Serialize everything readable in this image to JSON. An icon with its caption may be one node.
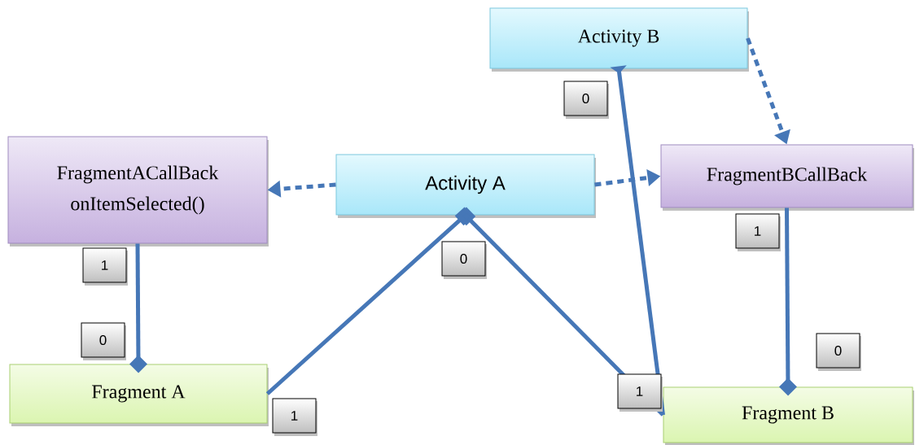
{
  "diagram": {
    "nodes": [
      {
        "text": [
          "Activity B"
        ]
      },
      {
        "text": [
          "FragmentACallBack",
          "onItemSelected()"
        ]
      },
      {
        "text": [
          "Activity A"
        ]
      },
      {
        "text": [
          "FragmentBCallBack"
        ]
      },
      {
        "text": [
          "Fragment A"
        ]
      },
      {
        "text": [
          "Fragment B"
        ]
      }
    ],
    "edges": [
      {
        "from": 0,
        "to": 3,
        "arrow": "to",
        "style": "dashed"
      },
      {
        "from": 0,
        "to": 5,
        "arrow": "other"
      },
      {
        "from": 2,
        "to": 1,
        "arrow": "to",
        "style": "dashed"
      },
      {
        "from": 2,
        "to": 3,
        "arrow": "to",
        "style": "dashed"
      },
      {
        "from": 2,
        "to": 4,
        "arrow": "other"
      },
      {
        "from": 2,
        "to": 5,
        "arrow": "other"
      },
      {
        "from": 1,
        "to": 4,
        "arrow": "other"
      },
      {
        "from": 3,
        "to": 5,
        "arrow": "other"
      }
    ],
    "labels": [
      "0",
      "1",
      "0",
      "1",
      "0",
      "0",
      "1",
      "1"
    ]
  }
}
